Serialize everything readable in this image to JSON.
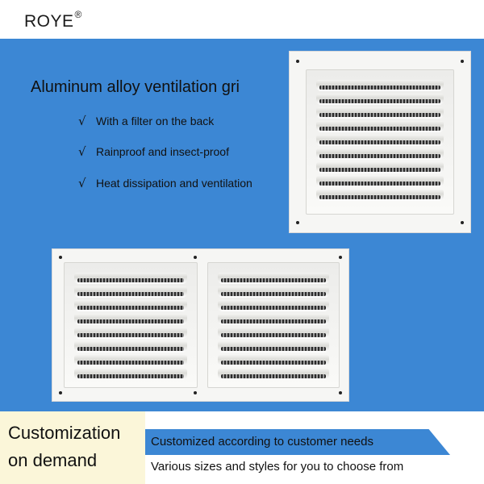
{
  "brand": {
    "name": "ROYE",
    "mark": "®"
  },
  "headline": "Aluminum alloy ventilation gri",
  "features": [
    {
      "check": "√",
      "text": "With a filter on the back"
    },
    {
      "check": "√",
      "text": "Rainproof and insect-proof"
    },
    {
      "check": "√",
      "text": "Heat dissipation and ventilation"
    }
  ],
  "bottom": {
    "title_line1": "Customization",
    "title_line2": "on demand",
    "banner": "Customized according to customer needs",
    "subtitle": "Various sizes and styles for you to choose from"
  },
  "colors": {
    "background_blue": "#3c87d4",
    "bottom_left_panel": "#fbf6d9",
    "grille_white": "#f6f6f4"
  }
}
